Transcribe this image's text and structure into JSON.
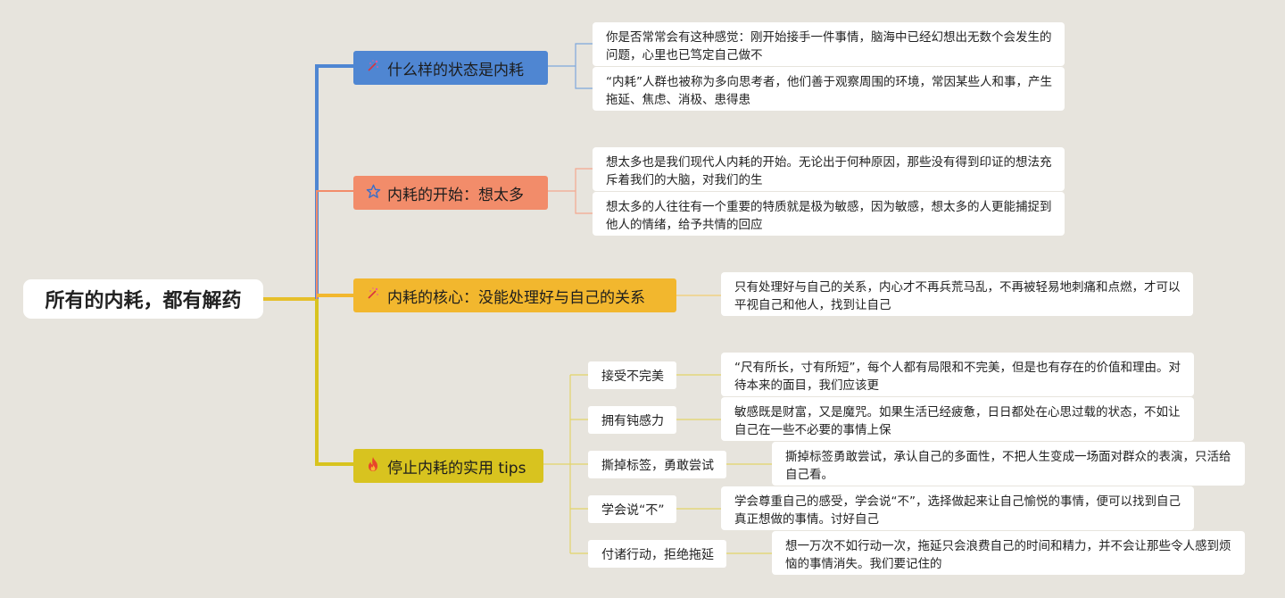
{
  "root": {
    "title": "所有的内耗，都有解药"
  },
  "branches": [
    {
      "label": "什么样的状态是内耗",
      "icon": "sparkle-wand-icon",
      "color": "#4f86d2",
      "notes": [
        "你是否常常会有这种感觉：刚开始接手一件事情，脑海中已经幻想出无数个会发生的问题，心里也已笃定自己做不",
        "“内耗”人群也被称为多向思考者，他们善于观察周围的环境，常因某些人和事，产生拖延、焦虑、消极、患得患"
      ]
    },
    {
      "label": "内耗的开始：想太多",
      "icon": "star-outline-icon",
      "color": "#f28c6a",
      "notes": [
        "想太多也是我们现代人内耗的开始。无论出于何种原因，那些没有得到印证的想法充斥着我们的大脑，对我们的生",
        "想太多的人往往有一个重要的特质就是极为敏感，因为敏感，想太多的人更能捕捉到他人的情绪，给予共情的回应"
      ]
    },
    {
      "label": "内耗的核心：没能处理好与自己的关系",
      "icon": "sparkle-wand-icon",
      "color": "#f2b72e",
      "notes": [
        "只有处理好与自己的关系，内心才不再兵荒马乱，不再被轻易地刺痛和点燃，才可以平视自己和他人，找到让自己"
      ]
    },
    {
      "label": "停止内耗的实用 tips",
      "icon": "fire-icon",
      "color": "#d8c31f",
      "tips": [
        {
          "label": "接受不完美",
          "note": "“尺有所长，寸有所短”，每个人都有局限和不完美，但是也有存在的价值和理由。对待本来的面目，我们应该更"
        },
        {
          "label": "拥有钝感力",
          "note": "敏感既是财富，又是魔咒。如果生活已经疲惫，日日都处在心思过载的状态，不如让自己在一些不必要的事情上保"
        },
        {
          "label": "撕掉标签，勇敢尝试",
          "note": "撕掉标签勇敢尝试，承认自己的多面性，不把人生变成一场面对群众的表演，只活给自己看。"
        },
        {
          "label": "学会说“不”",
          "note": "学会尊重自己的感受，学会说“不”，选择做起来让自己愉悦的事情，便可以找到自己真正想做的事情。讨好自己"
        },
        {
          "label": "付诸行动，拒绝拖延",
          "note": "想一万次不如行动一次，拖延只会浪费自己的时间和精力，并不会让那些令人感到烦恼的事情消失。我们要记住的"
        }
      ]
    }
  ]
}
